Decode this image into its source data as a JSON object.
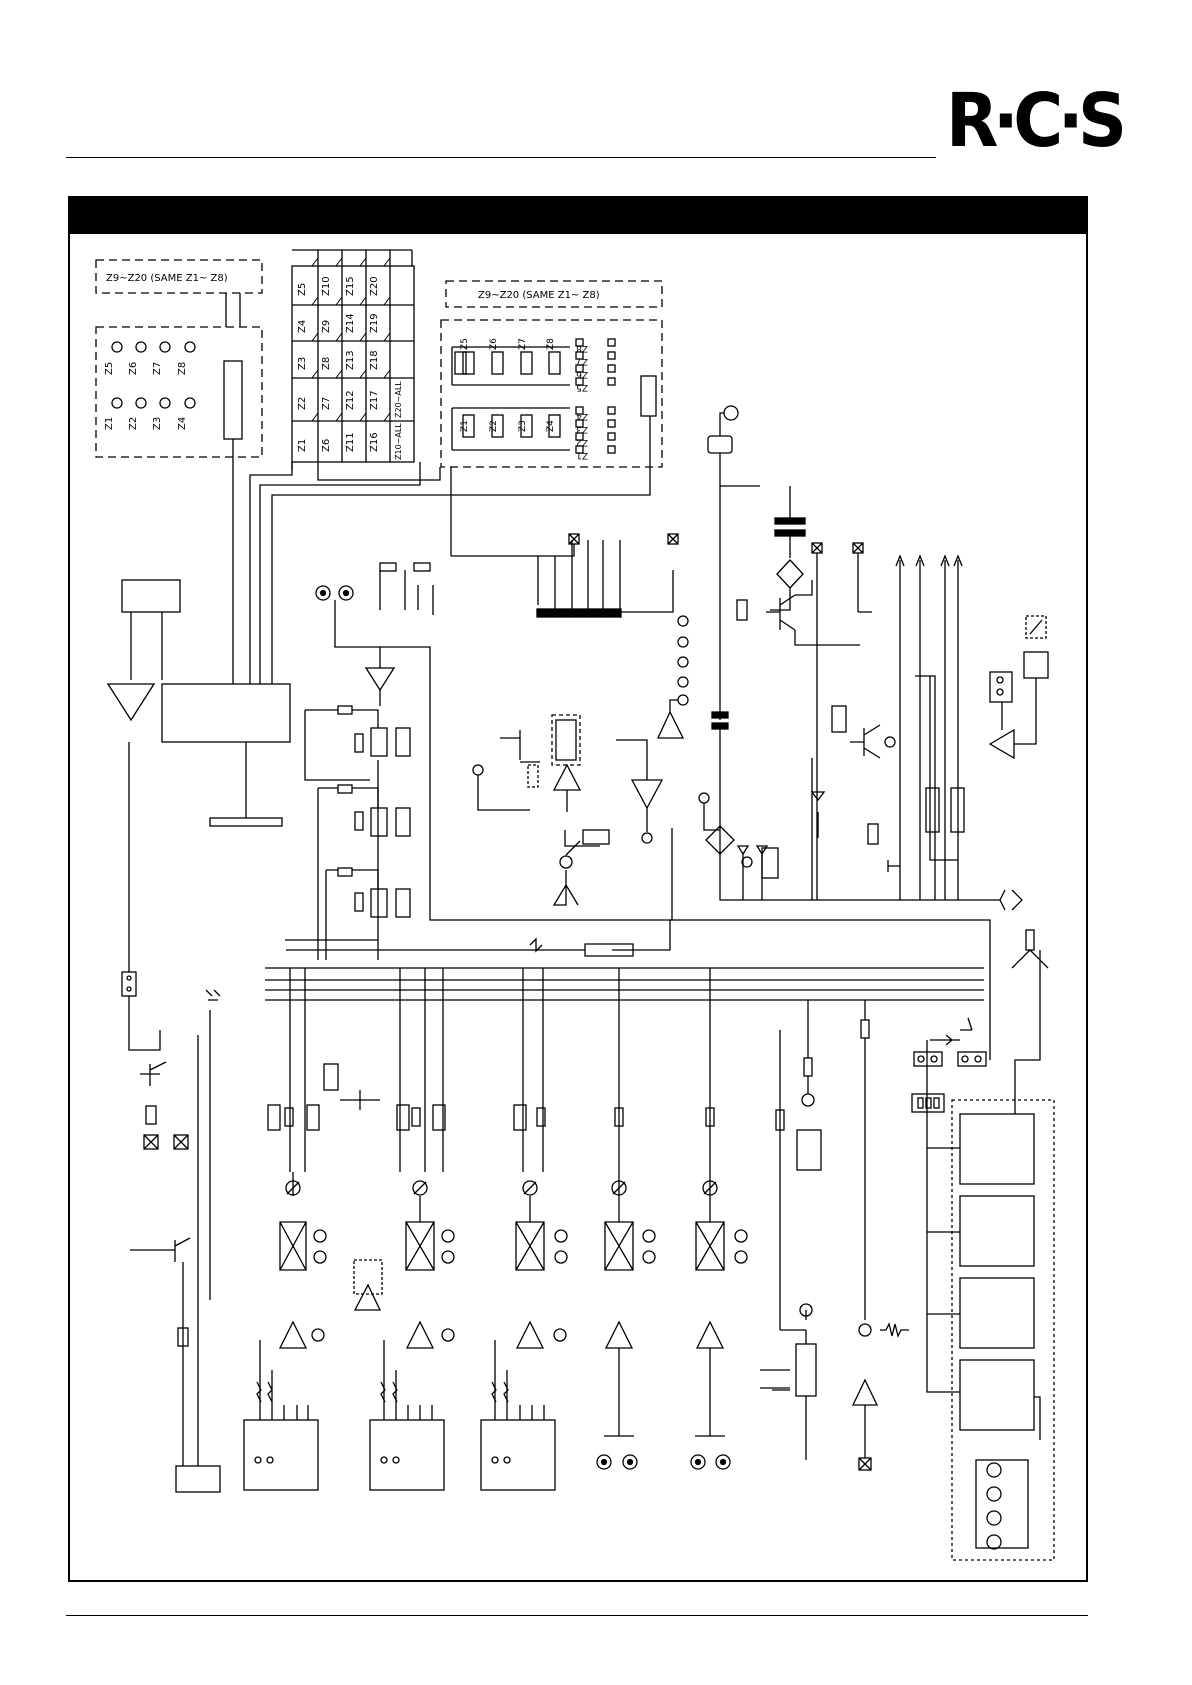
{
  "brand": {
    "logo_text": "R·C·S"
  },
  "title_band": {
    "text": ""
  },
  "zone_groups": {
    "left_note": "Z9~Z20 (SAME Z1~ Z8)",
    "right_note": "Z9~Z20 (SAME Z1~ Z8)",
    "left_row_top": [
      "Z5",
      "Z6",
      "Z7",
      "Z8"
    ],
    "left_row_bottom": [
      "Z1",
      "Z2",
      "Z3",
      "Z4"
    ],
    "terminal_rows": [
      [
        "Z5",
        "Z10",
        "Z15",
        "Z20"
      ],
      [
        "Z4",
        "Z9",
        "Z14",
        "Z19"
      ],
      [
        "Z3",
        "Z8",
        "Z13",
        "Z18"
      ],
      [
        "Z2",
        "Z7",
        "Z12",
        "Z17",
        "Z20~ALL"
      ],
      [
        "Z1",
        "Z6",
        "Z11",
        "Z16",
        "Z10~ALL"
      ]
    ],
    "relay_top": [
      "Z5",
      "Z6",
      "Z7",
      "Z8"
    ],
    "relay_bottom": [
      "Z1",
      "Z2",
      "Z3",
      "Z4"
    ],
    "relay_out_top": [
      "Z8",
      "Z7",
      "Z6",
      "Z5"
    ],
    "relay_out_bottom": [
      "Z4",
      "Z3",
      "Z2",
      "Z1"
    ]
  }
}
